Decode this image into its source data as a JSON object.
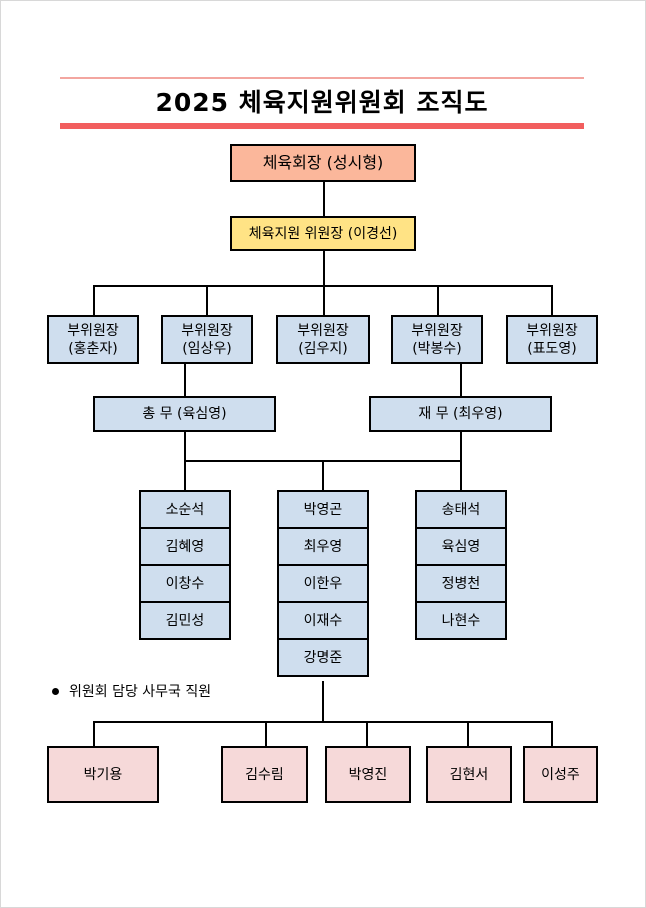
{
  "title": "2025 체육지원위원회 조직도",
  "chairman": "체육회장 (성시형)",
  "committee_chair": "체육지원 위원장 (이경선)",
  "vice_chairs": [
    {
      "title": "부위원장",
      "name": "(홍춘자)"
    },
    {
      "title": "부위원장",
      "name": "(임상우)"
    },
    {
      "title": "부위원장",
      "name": "(김우지)"
    },
    {
      "title": "부위원장",
      "name": "(박봉수)"
    },
    {
      "title": "부위원장",
      "name": "(표도영)"
    }
  ],
  "general_affairs": "총 무 (육심영)",
  "treasurer": "재 무 (최우영)",
  "member_groups": [
    [
      "소순석",
      "김혜영",
      "이창수",
      "김민성"
    ],
    [
      "박영곤",
      "최우영",
      "이한우",
      "이재수",
      "강명준"
    ],
    [
      "송태석",
      "육심영",
      "정병천",
      "나현수"
    ]
  ],
  "staff_note": "위원회 담당 사무국 직원",
  "staff": [
    "박기용",
    "김수림",
    "박영진",
    "김현서",
    "이성주"
  ],
  "colors": {
    "chairman_fill": "#fbb79b",
    "committee_chair_fill": "#ffe385",
    "blue_fill": "#cfdeee",
    "staff_fill": "#f6d9d9",
    "title_rule": "#f25e5e"
  }
}
